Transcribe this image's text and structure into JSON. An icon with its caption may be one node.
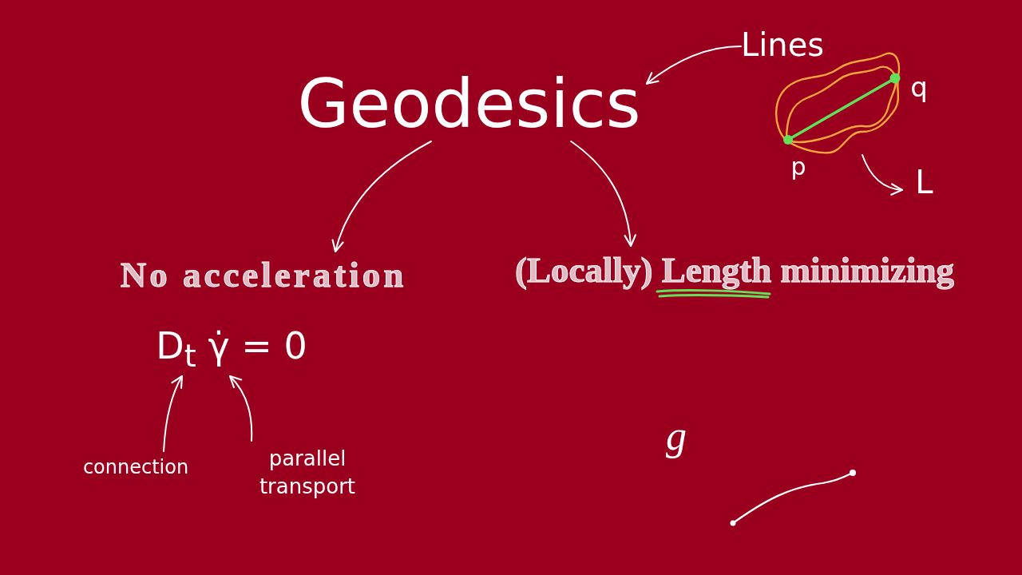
{
  "diagram": {
    "nodes": [
      {
        "text": [
          "Geodesics"
        ]
      },
      {
        "text": [
          "No acceleration"
        ]
      },
      {
        "text": [
          "(Locally) Length minimizing"
        ]
      },
      {
        "text": [
          "Lines"
        ]
      },
      {
        "text": [
          "D$_{t}$ γ̇ = 0"
        ]
      },
      {
        "text": [
          "connection"
        ]
      },
      {
        "text": [
          "parallel transport"
        ]
      },
      {
        "text": [],
        "shape": "picture",
        "beside": [
          "p",
          "q"
        ]
      },
      {
        "text": [
          "L"
        ]
      }
    ],
    "edges": [
      {
        "from": 0,
        "to": 1,
        "arrow": "to"
      },
      {
        "from": 0,
        "to": 2,
        "arrow": "to"
      },
      {
        "from": 3,
        "to": 0,
        "arrow": "to"
      },
      {
        "from": 7,
        "to": 8,
        "arrow": "to"
      },
      {
        "from": 5,
        "to": 4,
        "arrow": "to"
      },
      {
        "from": 6,
        "to": 4,
        "arrow": "to"
      }
    ],
    "labels": [
      "g"
    ]
  }
}
